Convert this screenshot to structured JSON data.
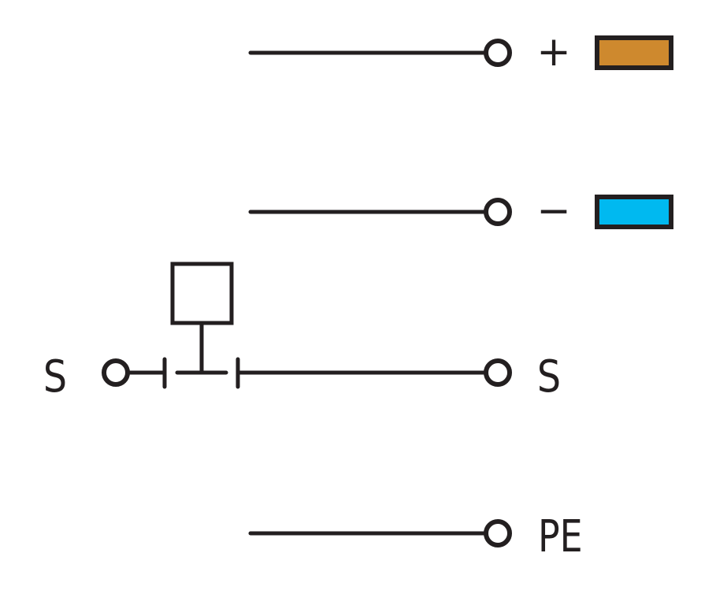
{
  "colors": {
    "line": "#231f20",
    "plus_marker": "#ce892e",
    "minus_marker": "#00b9f0"
  },
  "terminals": {
    "plus": {
      "label": "+"
    },
    "minus": {
      "label": "−"
    },
    "signal_left": {
      "label": "S"
    },
    "signal_right": {
      "label": "S"
    },
    "pe": {
      "label": "PE"
    }
  }
}
